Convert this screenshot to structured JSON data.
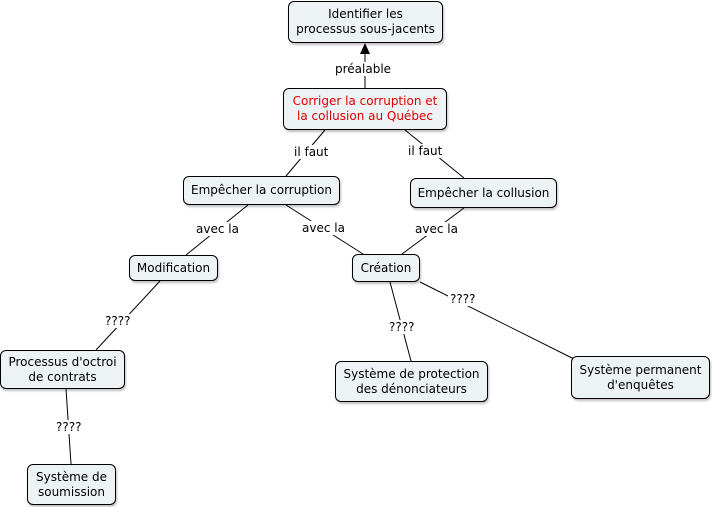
{
  "nodes": {
    "identifier": "Identifier les\nprocessus sous-jacents",
    "corriger": "Corriger la corruption et\nla collusion au Québec",
    "empecher_corruption": "Empêcher la corruption",
    "empecher_collusion": "Empêcher la collusion",
    "modification": "Modification",
    "creation": "Création",
    "processus_octroi": "Processus d'octroi\nde contrats",
    "systeme_soumission": "Système de\nsoumission",
    "systeme_protection": "Système de protection\ndes dénonciateurs",
    "systeme_enquetes": "Système permanent\nd'enquêtes"
  },
  "links": {
    "prealable": "préalable",
    "il_faut_1": "il faut",
    "il_faut_2": "il faut",
    "avec_la_1": "avec la",
    "avec_la_2": "avec la",
    "avec_la_3": "avec la",
    "q1": "????",
    "q2": "????",
    "q3": "????",
    "q4": "????"
  },
  "colors": {
    "root_text": "#e00000",
    "node_fill": "#edf2f5"
  }
}
